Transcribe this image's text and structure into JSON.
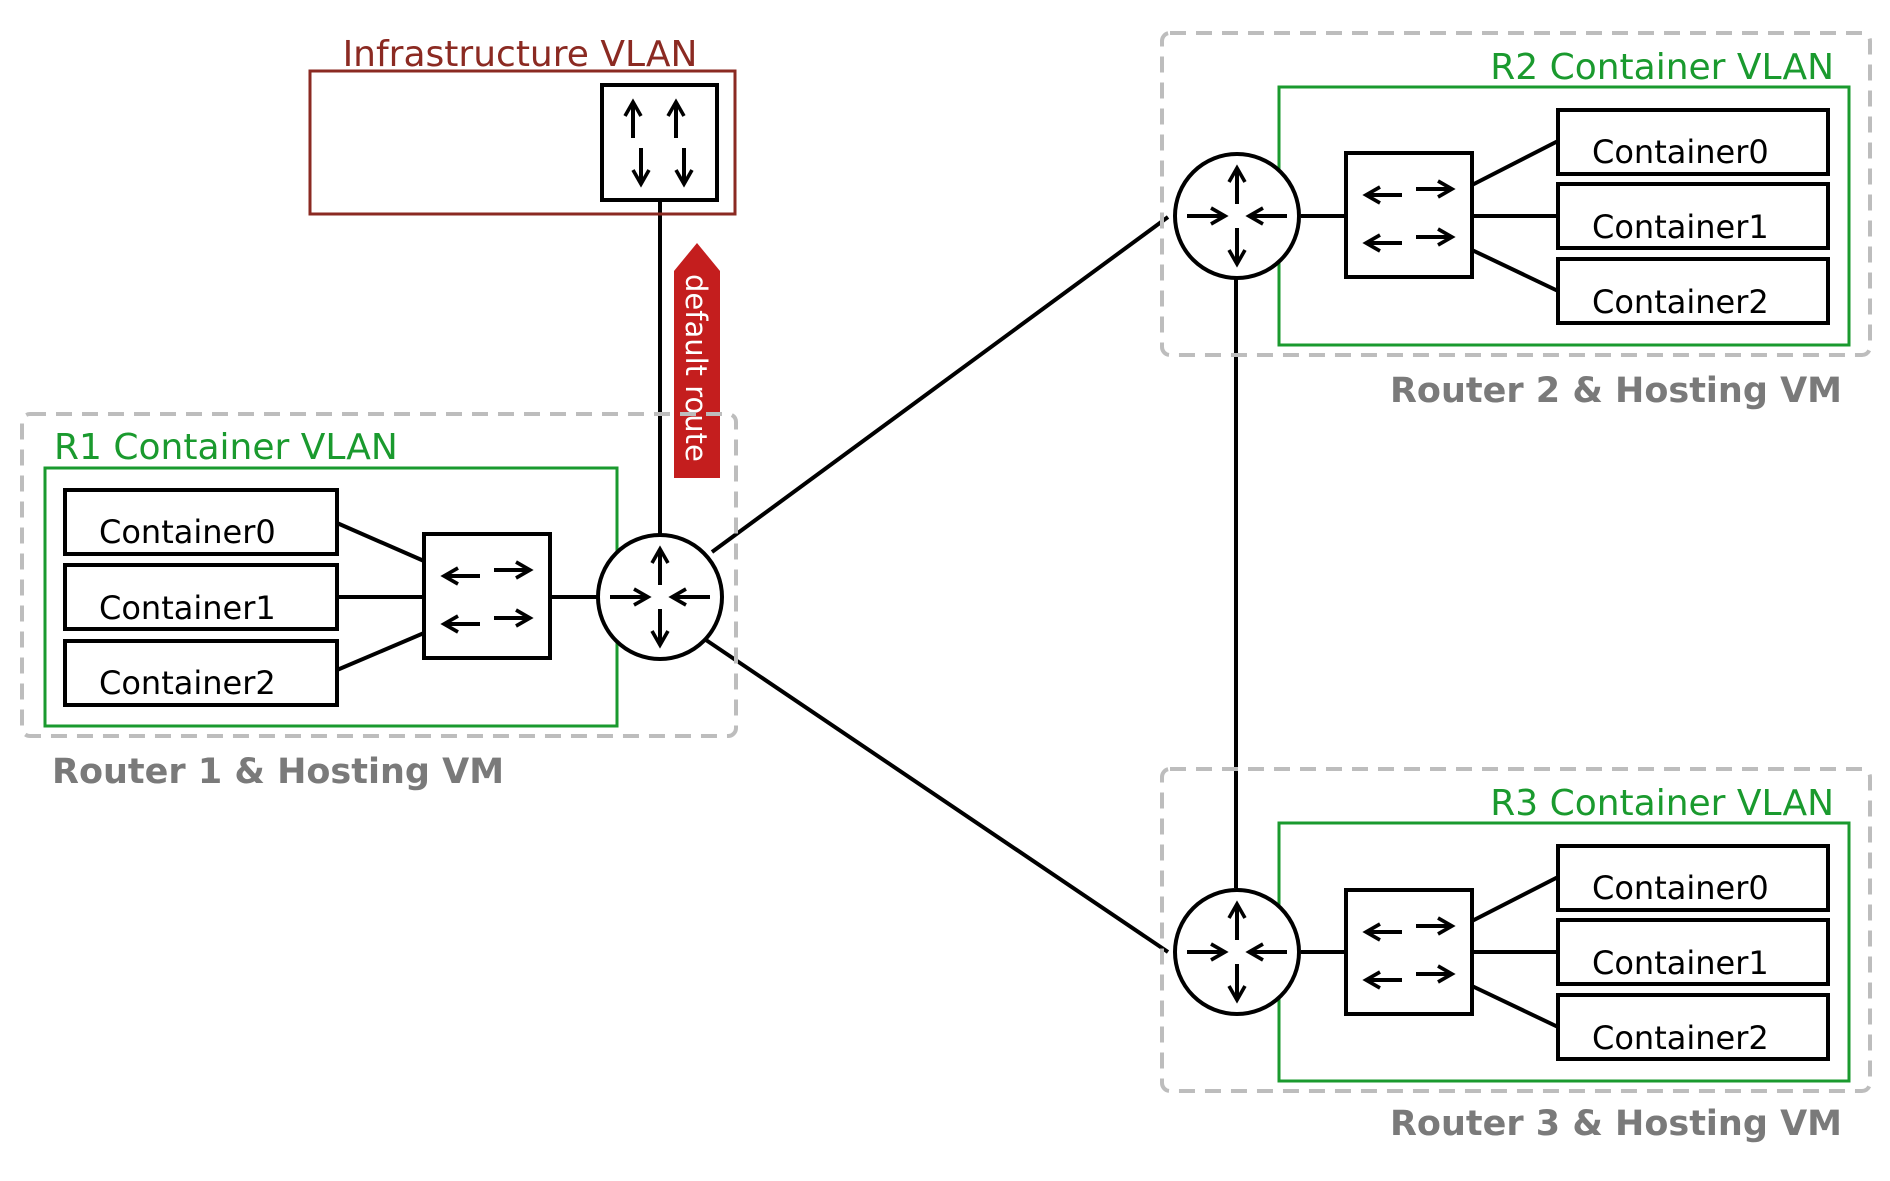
{
  "colors": {
    "vm_border": "#bdbdbd",
    "vm_label": "#7a7a7a",
    "container_vlan": "#1a9a2e",
    "infra_vlan": "#8b2a22",
    "default_route": "#c41e1e",
    "link": "#000000"
  },
  "infrastructure": {
    "vlan_label": "Infrastructure VLAN",
    "switch_icon": "switch-icon"
  },
  "default_route": {
    "label": "default route"
  },
  "r1": {
    "vm_label": "Router 1 & Hosting VM",
    "vlan_label": "R1 Container VLAN",
    "containers": [
      "Container0",
      "Container1",
      "Container2"
    ]
  },
  "r2": {
    "vm_label": "Router 2 & Hosting VM",
    "vlan_label": "R2 Container VLAN",
    "containers": [
      "Container0",
      "Container1",
      "Container2"
    ]
  },
  "r3": {
    "vm_label": "Router 3 & Hosting VM",
    "vlan_label": "R3 Container VLAN",
    "containers": [
      "Container0",
      "Container1",
      "Container2"
    ]
  }
}
